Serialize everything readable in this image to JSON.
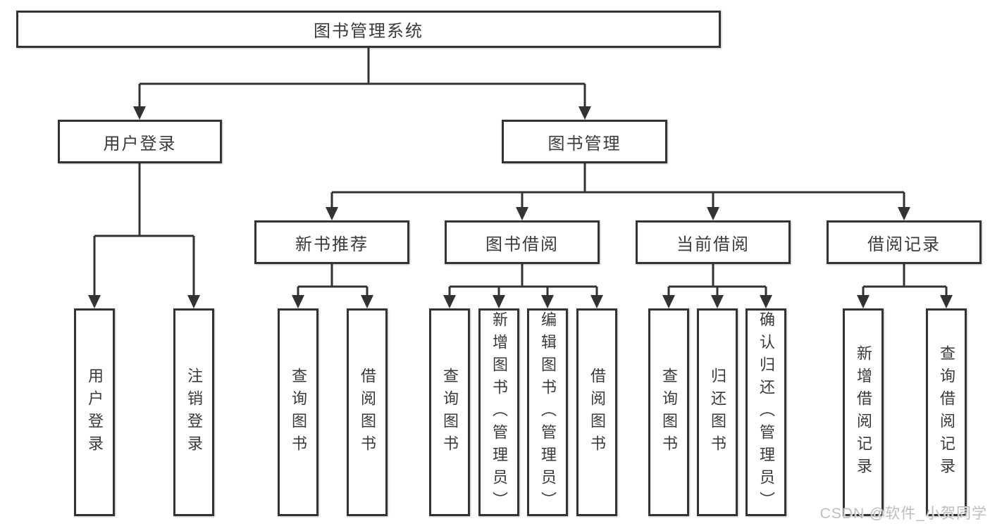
{
  "diagram": {
    "root": {
      "label": "图书管理系统"
    },
    "branches": [
      {
        "label": "用户登录",
        "leaves": [
          "用户登录",
          "注销登录"
        ]
      },
      {
        "label": "图书管理"
      }
    ],
    "modules": [
      {
        "label": "新书推荐",
        "leaves": [
          "查询图书",
          "借阅图书"
        ]
      },
      {
        "label": "图书借阅",
        "leaves": [
          "查询图书",
          "新增图书（管理员）",
          "编辑图书（管理员）",
          "借阅图书"
        ]
      },
      {
        "label": "当前借阅",
        "leaves": [
          "查询图书",
          "归还图书",
          "确认归还（管理员）"
        ]
      },
      {
        "label": "借阅记录",
        "leaves": [
          "新增借阅记录",
          "查询借阅记录"
        ]
      }
    ]
  },
  "watermark": {
    "text": "CSDN @软件_小贺同学"
  },
  "colors": {
    "line": "#333333",
    "text": "#3a3a3a",
    "watermark": "#bdbdbd",
    "background": "#ffffff"
  }
}
